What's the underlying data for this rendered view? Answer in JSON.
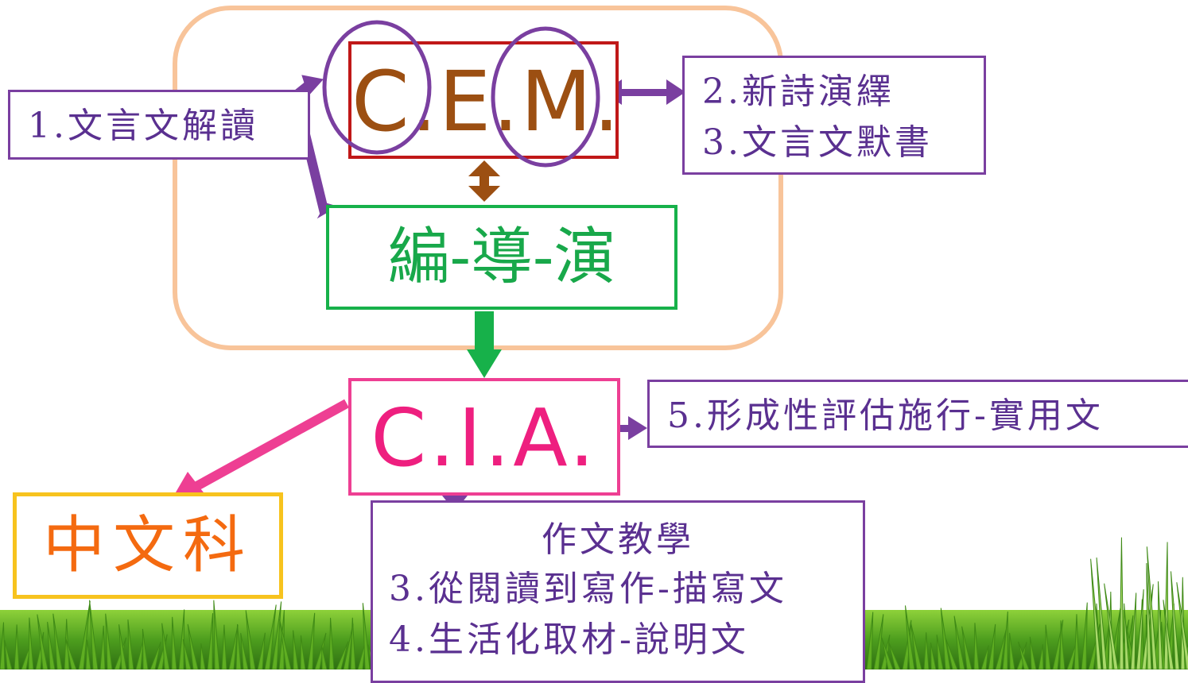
{
  "colors": {
    "purple": "#7a3fa0",
    "brown": "#9c4f12",
    "green": "#18a84a",
    "pink": "#ee1f7f",
    "orange": "#f46a10",
    "peach": "#f8c49a"
  },
  "cem": {
    "label": "C.E.M."
  },
  "edu": {
    "label": "編-導-演"
  },
  "cia": {
    "label": "C.I.A."
  },
  "zh": {
    "label": "中文科"
  },
  "notes": {
    "n1": "1.文言文解讀",
    "n2": "2.新詩演繹",
    "n3": "3.文言文默書",
    "n5": "5.形成性評估施行-實用文",
    "writing": {
      "title": "作文教學",
      "l1": "3.從閱讀到寫作-描寫文",
      "l2": "4.生活化取材-說明文"
    }
  }
}
